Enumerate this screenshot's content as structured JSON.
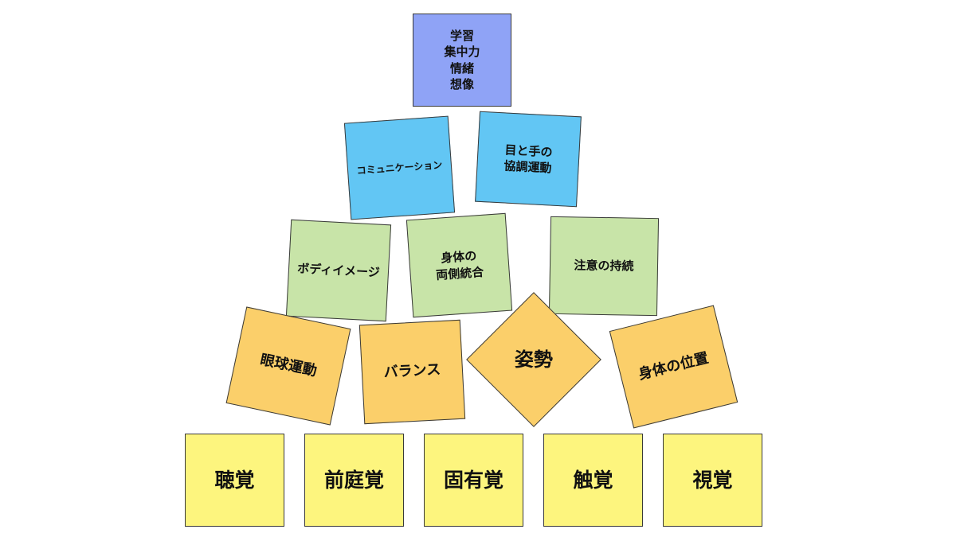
{
  "pyramid": {
    "top": {
      "line1": "学習",
      "line2": "集中力",
      "line3": "情緒",
      "line4": "想像"
    },
    "level4": {
      "communication": "コミュニケーション",
      "eye_hand_line1": "目と手の",
      "eye_hand_line2": "協調運動"
    },
    "level3": {
      "body_image": "ボディイメージ",
      "bilateral_line1": "身体の",
      "bilateral_line2": "両側統合",
      "attention": "注意の持続"
    },
    "level2": {
      "eye_movement": "眼球運動",
      "balance": "バランス",
      "posture": "姿勢",
      "body_position": "身体の位置"
    },
    "level1": {
      "hearing": "聴覚",
      "vestibular": "前庭覚",
      "proprioception": "固有覚",
      "touch": "触覚",
      "vision": "視覚"
    }
  },
  "colors": {
    "top": "#8fa3f6",
    "level4": "#62c6f4",
    "level3": "#c8e4a8",
    "level2": "#fbcf6a",
    "level1": "#fdf57e"
  }
}
